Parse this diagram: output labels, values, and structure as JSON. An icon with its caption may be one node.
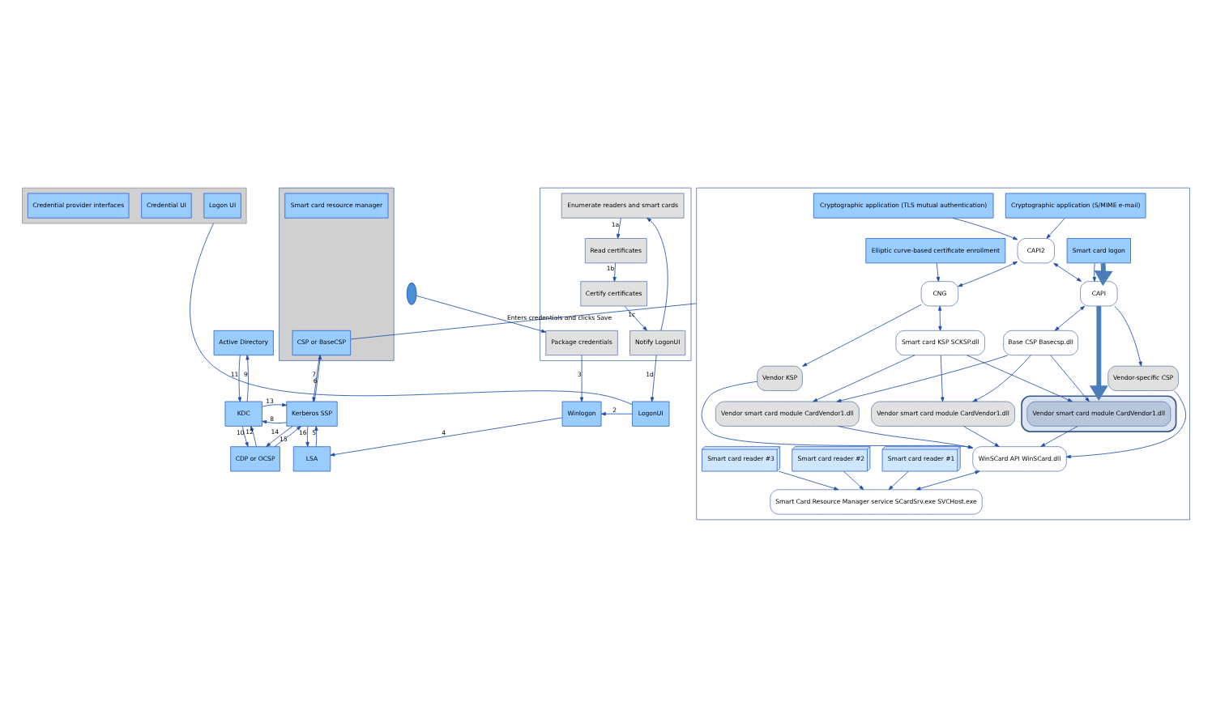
{
  "diagram": {
    "nodes": [
      {
        "text": [],
        "shape": "box"
      },
      {
        "text": [
          "Logon UI"
        ],
        "in": 0
      },
      {
        "text": [
          "Credential UI"
        ],
        "in": 0
      },
      {
        "text": [
          "Credential provider interfaces"
        ],
        "in": 0
      },
      {
        "text": [],
        "shape": "box"
      },
      {
        "text": [
          "Smart card resource manager"
        ],
        "in": 4
      },
      {
        "text": [
          "CSP or BaseCSP"
        ],
        "in": 4
      },
      {
        "text": [],
        "shape": "box"
      },
      {
        "text": [
          "Enumerate readers and smart cards"
        ],
        "in": 7
      },
      {
        "text": [
          "Read certificates"
        ],
        "in": 7
      },
      {
        "text": [
          "Certify certificates"
        ],
        "in": 7
      },
      {
        "text": [
          "Notify LogonUI"
        ],
        "in": 7
      },
      {
        "text": [
          "Package credentials"
        ],
        "in": 7
      },
      {
        "text": [
          "Active Directory"
        ]
      },
      {
        "text": [
          "KDC"
        ]
      },
      {
        "text": [
          "Kerberos SSP"
        ]
      },
      {
        "text": [
          "CDP or OCSP"
        ]
      },
      {
        "text": [
          "LogonUI"
        ]
      },
      {
        "text": [
          "Winlogon"
        ]
      },
      {
        "text": [
          "LSA"
        ]
      },
      {
        "text": [],
        "shape": "person"
      },
      {
        "text": [],
        "shape": "box"
      },
      {
        "text": [
          "Smart card logon"
        ],
        "in": 21
      },
      {
        "text": [
          "Cryptographic application (S/MIME e-mail)"
        ],
        "in": 21
      },
      {
        "text": [
          "Cryptographic application (TLS mutual authentication)"
        ],
        "in": 21
      },
      {
        "text": [
          "Elliptic curve-based certificate enrollment"
        ],
        "in": 21
      },
      {
        "text": [
          "CAPI2"
        ],
        "in": 21
      },
      {
        "text": [
          "CAPI"
        ],
        "in": 21
      },
      {
        "text": [
          "CNG"
        ],
        "in": 21
      },
      {
        "text": [
          "Vendor-specific CSP"
        ],
        "in": 21
      },
      {
        "text": [
          "Base CSP Basecsp.dll"
        ],
        "in": 21
      },
      {
        "text": [
          "Smart card KSP SCKSP.dll"
        ],
        "in": 21
      },
      {
        "text": [
          "Vendor KSP"
        ],
        "in": 21
      },
      {
        "text": [],
        "shape": "box",
        "in": 21
      },
      {
        "text": [
          "Vendor smart card module CardVendor1.dll"
        ],
        "in": 33
      },
      {
        "text": [
          "Vendor smart card module CardVendor1.dll"
        ],
        "in": 21
      },
      {
        "text": [
          "Vendor smart card module CardVendor1.dll"
        ],
        "in": 21
      },
      {
        "text": [
          "WinSCard API WinSCard.dll"
        ],
        "in": 21
      },
      {
        "text": [
          "Smart Card Resource Manager service SCardSrv.exe SVCHost.exe"
        ],
        "in": 21
      },
      {
        "text": [
          "Smart card reader #1"
        ],
        "in": 21
      },
      {
        "text": [
          "Smart card reader #2"
        ],
        "in": 21
      },
      {
        "text": [
          "Smart card reader #3"
        ],
        "in": 21
      }
    ],
    "edges": [
      {
        "from": 8,
        "to": 9,
        "arrow": "to",
        "label": "1a"
      },
      {
        "from": 9,
        "to": 10,
        "arrow": "to",
        "label": "1b"
      },
      {
        "from": 10,
        "to": 11,
        "arrow": "to",
        "label": "1c"
      },
      {
        "from": 11,
        "to": 8,
        "arrow": "to"
      },
      {
        "from": 11,
        "to": 17,
        "arrow": "to",
        "label": "1d"
      },
      {
        "from": 17,
        "to": 18,
        "arrow": "to",
        "label": "2"
      },
      {
        "from": 12,
        "to": 18,
        "arrow": "to",
        "label": "3"
      },
      {
        "from": 18,
        "to": 19,
        "arrow": "to",
        "label": "4"
      },
      {
        "from": 19,
        "to": 15,
        "arrow": "to",
        "label": "5"
      },
      {
        "from": 15,
        "to": 6,
        "arrow": "to",
        "label": "6"
      },
      {
        "from": 6,
        "to": 15,
        "arrow": "to",
        "label": "7"
      },
      {
        "from": 15,
        "to": 14,
        "arrow": "to",
        "label": "8"
      },
      {
        "from": 14,
        "to": 13,
        "arrow": "to",
        "label": "9"
      },
      {
        "from": 14,
        "to": 16,
        "arrow": "to",
        "label": "10"
      },
      {
        "from": 13,
        "to": 14,
        "arrow": "to",
        "label": "11"
      },
      {
        "from": 16,
        "to": 14,
        "arrow": "to",
        "label": "12"
      },
      {
        "from": 14,
        "to": 15,
        "arrow": "to",
        "label": "13"
      },
      {
        "from": 15,
        "to": 16,
        "arrow": "to",
        "label": "14"
      },
      {
        "from": 16,
        "to": 15,
        "arrow": "to",
        "label": "15"
      },
      {
        "from": 15,
        "to": 19,
        "arrow": "to",
        "label": "16"
      },
      {
        "from": 20,
        "to": 12,
        "arrow": "to",
        "label": "Enters credentials and clicks Save"
      },
      {
        "from": 17,
        "to": 0,
        "arrow": "none"
      },
      {
        "from": 6,
        "to": 21,
        "arrow": "none"
      },
      {
        "from": 23,
        "to": 26,
        "arrow": "to"
      },
      {
        "from": 24,
        "to": 26,
        "arrow": "to"
      },
      {
        "from": 22,
        "to": 27,
        "arrow": "to"
      },
      {
        "from": 25,
        "to": 28,
        "arrow": "to"
      },
      {
        "from": 26,
        "to": 27,
        "arrow": "both"
      },
      {
        "from": 26,
        "to": 28,
        "arrow": "both"
      },
      {
        "from": 27,
        "to": 29,
        "arrow": "to"
      },
      {
        "from": 27,
        "to": 30,
        "arrow": "both"
      },
      {
        "from": 28,
        "to": 31,
        "arrow": "both"
      },
      {
        "from": 28,
        "to": 32,
        "arrow": "to"
      },
      {
        "from": 30,
        "to": 34,
        "arrow": "to"
      },
      {
        "from": 30,
        "to": 35,
        "arrow": "to"
      },
      {
        "from": 30,
        "to": 36,
        "arrow": "to"
      },
      {
        "from": 31,
        "to": 34,
        "arrow": "to"
      },
      {
        "from": 31,
        "to": 35,
        "arrow": "to"
      },
      {
        "from": 31,
        "to": 36,
        "arrow": "to"
      },
      {
        "from": 29,
        "to": 37,
        "arrow": "to"
      },
      {
        "from": 34,
        "to": 37,
        "arrow": "to"
      },
      {
        "from": 35,
        "to": 37,
        "arrow": "to"
      },
      {
        "from": 36,
        "to": 37,
        "arrow": "to"
      },
      {
        "from": 32,
        "to": 37,
        "arrow": "to"
      },
      {
        "from": 37,
        "to": 38,
        "arrow": "both"
      },
      {
        "from": 39,
        "to": 38,
        "arrow": "to"
      },
      {
        "from": 40,
        "to": 38,
        "arrow": "to"
      },
      {
        "from": 41,
        "to": 38,
        "arrow": "to"
      },
      {
        "from": 22,
        "to": 27,
        "arrow": "to",
        "style": "thick",
        "color": "#4a7ebb"
      },
      {
        "from": 27,
        "to": 33,
        "arrow": "to",
        "style": "thick",
        "color": "#4a7ebb"
      }
    ]
  }
}
